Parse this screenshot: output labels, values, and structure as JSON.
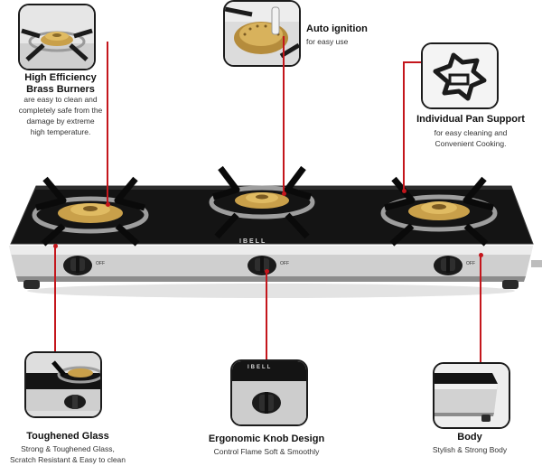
{
  "features": {
    "burners": {
      "title_line1": "High Efficiency",
      "title_line2": "Brass Burners",
      "desc_lines": [
        "are easy to clean and",
        "completely safe from the",
        "damage by extreme",
        "high temperature."
      ]
    },
    "ignition": {
      "title": "Auto ignition",
      "desc": "for easy use"
    },
    "pan_support": {
      "title": "Individual Pan Support",
      "desc_lines": [
        "for easy cleaning and",
        "Convenient Cooking."
      ]
    },
    "glass": {
      "title": "Toughened Glass",
      "desc_lines": [
        "Strong & Toughened Glass,",
        "Scratch Resistant & Easy to clean"
      ]
    },
    "knob": {
      "title": "Ergonomic Knob Design",
      "desc": "Control Flame Soft & Smoothly"
    },
    "body": {
      "title": "Body",
      "desc": "Stylish & Strong Body"
    }
  },
  "product": {
    "brand": "IBELL",
    "knob_labels": [
      "OFF",
      "OFF",
      "OFF"
    ]
  },
  "colors": {
    "callout": "#c4161c",
    "glass": "#141414",
    "steel": "#d9d9d9",
    "brass": "#c9a04a"
  }
}
